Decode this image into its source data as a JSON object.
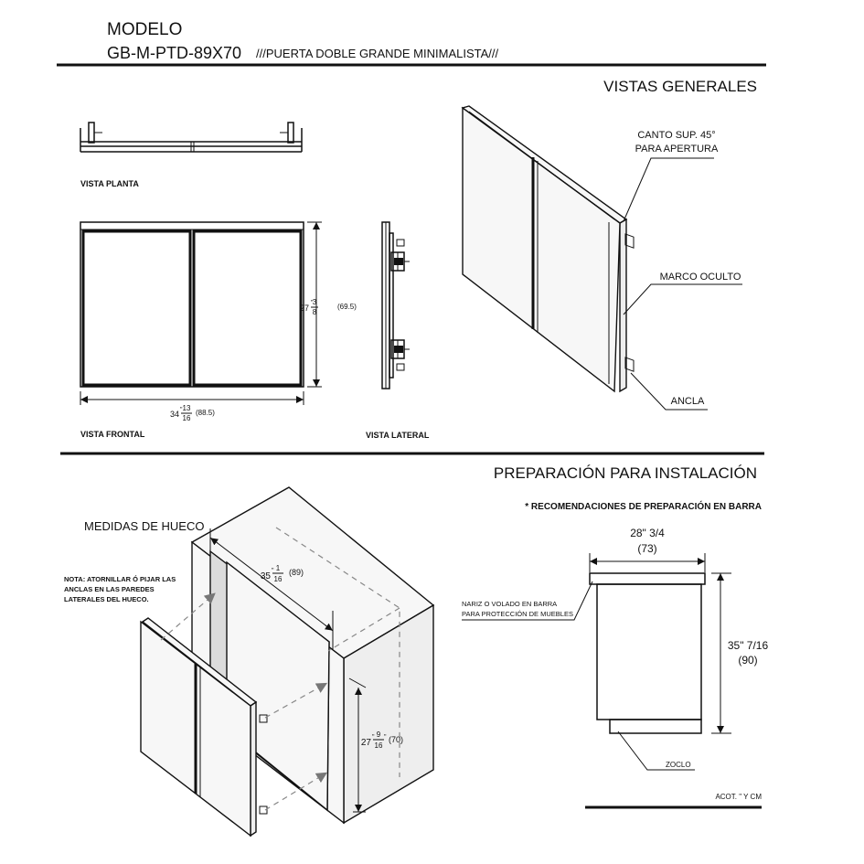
{
  "header": {
    "model_label": "MODELO",
    "model_code": "GB-M-PTD-89X70",
    "model_desc": "///PUERTA DOBLE GRANDE MINIMALISTA///"
  },
  "vistas_generales": {
    "title": "VISTAS GENERALES",
    "planta_label": "VISTA PLANTA",
    "frontal_label": "VISTA FRONTAL",
    "lateral_label": "VISTA LATERAL",
    "height_dim_whole": "27",
    "height_dim_num": "3",
    "height_dim_den": "8",
    "height_dim_cm": "(69.5)",
    "width_dim_whole": "34",
    "width_dim_num": "13",
    "width_dim_den": "16",
    "width_dim_cm": "(88.5)",
    "callout_canto_1": "CANTO SUP. 45°",
    "callout_canto_2": "PARA APERTURA",
    "callout_marco": "MARCO OCULTO",
    "callout_ancla": "ANCLA"
  },
  "preparacion": {
    "title": "PREPARACIÓN PARA INSTALACIÓN",
    "hueco_title": "MEDIDAS DE HUECO",
    "nota_1": "NOTA:  ATORNILLAR Ó PIJAR LAS",
    "nota_2": "ANCLAS      EN      LAS     PAREDES",
    "nota_3": "LATERALES DEL HUECO.",
    "hueco_w_whole": "35",
    "hueco_w_num": "1",
    "hueco_w_den": "16",
    "hueco_w_cm": "(89)",
    "hueco_h_whole": "27",
    "hueco_h_num": "9",
    "hueco_h_den": "16",
    "hueco_h_cm": "(70)",
    "recomendaciones": "* RECOMENDACIONES DE PREPARACIÓN EN BARRA",
    "barra_w_in": "28\" 3/4",
    "barra_w_cm": "(73)",
    "barra_h_in": "35\" 7/16",
    "barra_h_cm": "(90)",
    "nariz_1": "NARIZ O VOLADO EN BARRA",
    "nariz_2": "PARA PROTECCIÓN DE MUEBLES",
    "zoclo": "ZOCLO",
    "acot": "ACOT. \" Y CM"
  }
}
